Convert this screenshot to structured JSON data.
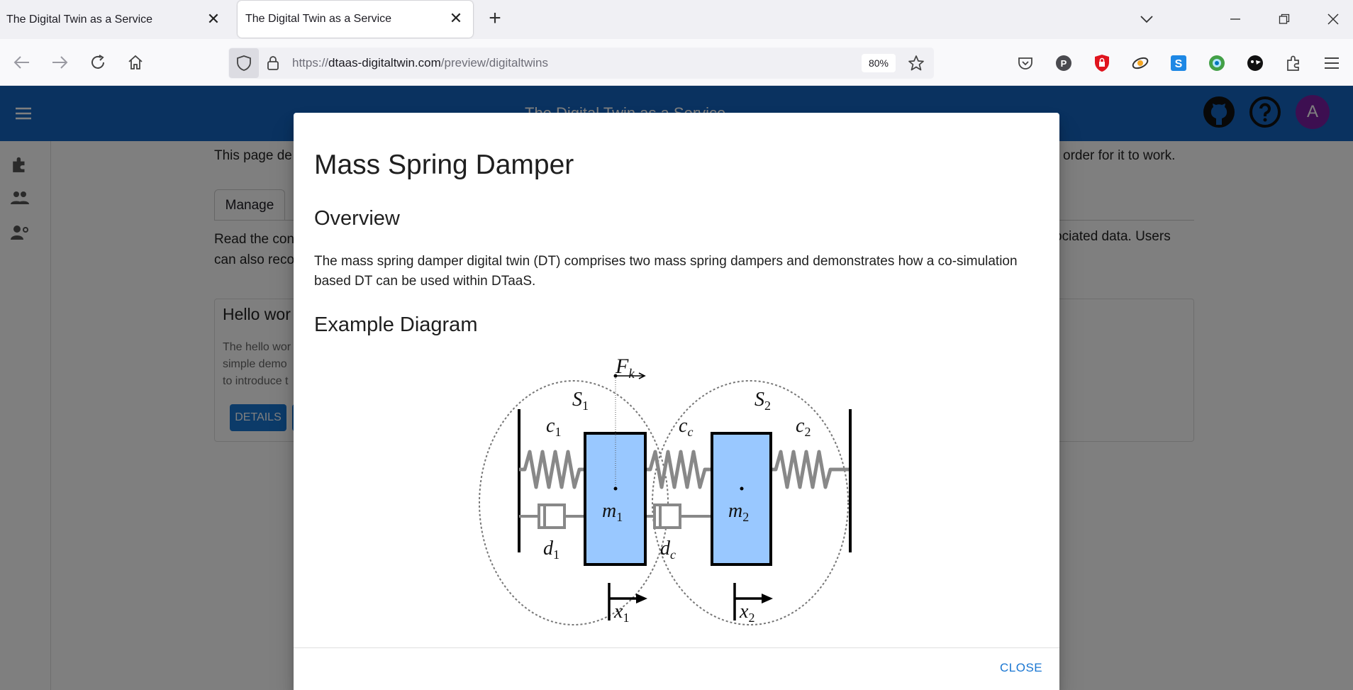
{
  "browser": {
    "tabs": [
      {
        "title": "The Digital Twin as a Service",
        "active": false
      },
      {
        "title": "The Digital Twin as a Service",
        "active": true
      }
    ],
    "url": {
      "prefix": "https://",
      "domain": "dtaas-digitaltwin.com",
      "path": "/preview/digitaltwins"
    },
    "zoom": "80%",
    "extension_icons": [
      "pocket-icon",
      "p-extension-icon",
      "shield-extension-icon",
      "rocket-extension-icon",
      "s-extension-icon",
      "globe-extension-icon",
      "bear-extension-icon",
      "extensions-puzzle-icon",
      "app-menu-icon"
    ]
  },
  "app": {
    "title": "The Digital Twin as a Service",
    "avatar_letter": "A",
    "intro_text": "This page de",
    "intro_text_right": "order for it to work.",
    "tab_label": "Manage",
    "read_text_line1": "Read the con",
    "read_text_line2": "can also reco",
    "read_text_right": "ociated data. Users",
    "card": {
      "title": "Hello wor",
      "desc_lines": [
        "The hello wor",
        "simple demo",
        "to introduce t"
      ],
      "details_button": "DETAILS"
    }
  },
  "modal": {
    "title": "Mass Spring Damper",
    "overview_heading": "Overview",
    "overview_text": "The mass spring damper digital twin (DT) comprises two mass spring dampers and demonstrates how a co-simulation based DT can be used within DTaaS.",
    "diagram_heading": "Example Diagram",
    "diagram_labels": {
      "force": "F",
      "force_sub": "k",
      "s1": "S",
      "s1_sub": "1",
      "s2": "S",
      "s2_sub": "2",
      "c1": "c",
      "c1_sub": "1",
      "cc": "c",
      "cc_sub": "c",
      "c2": "c",
      "c2_sub": "2",
      "m1": "m",
      "m1_sub": "1",
      "m2": "m",
      "m2_sub": "2",
      "d1": "d",
      "d1_sub": "1",
      "dc": "d",
      "dc_sub": "c",
      "x1": "x",
      "x1_sub": "1",
      "x2": "x",
      "x2_sub": "2"
    },
    "close_button": "CLOSE"
  },
  "colors": {
    "appbar": "#1565c0",
    "mass_fill": "#99c8ff",
    "accent": "#1976d2",
    "avatar": "#7b1fa2"
  }
}
